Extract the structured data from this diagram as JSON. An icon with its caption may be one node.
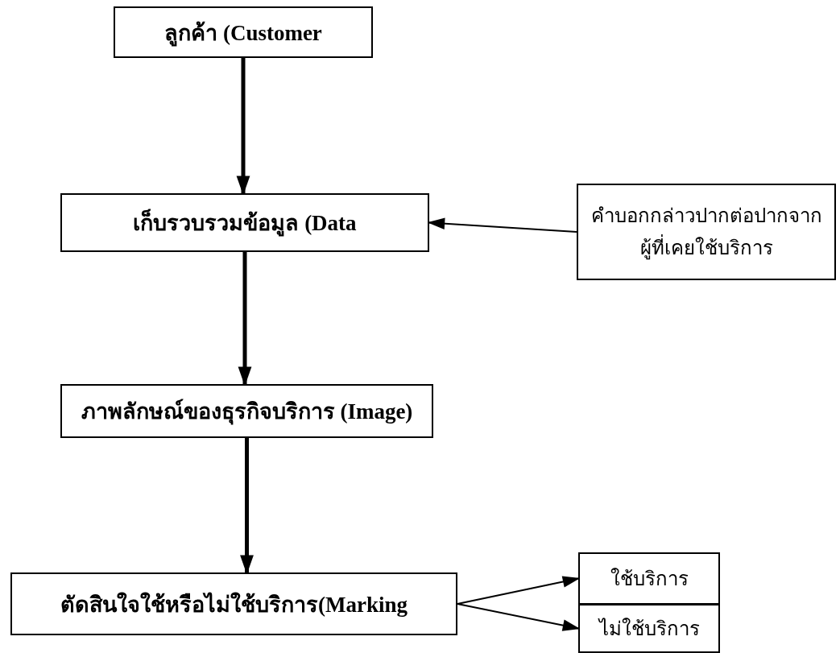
{
  "diagram": {
    "nodes": [
      {
        "text": [
          "ลูกค้า (Customer"
        ]
      },
      {
        "text": [
          "เก็บรวบรวมข้อมูล (Data"
        ]
      },
      {
        "text": [
          "คำบอกกล่าวปากต่อปากจาก ผู้ที่เคยใช้บริการ"
        ]
      },
      {
        "text": [
          "ภาพลักษณ์ของธุรกิจบริการ (Image)"
        ]
      },
      {
        "text": [
          "ตัดสินใจใช้หรือไม่ใช้บริการ(Marking"
        ]
      },
      {
        "text": [
          "ใช้บริการ"
        ]
      },
      {
        "text": [
          "ไม่ใช้บริการ"
        ]
      }
    ],
    "edges": [
      {
        "from": 0,
        "to": 1,
        "arrow": "to",
        "style": "thick"
      },
      {
        "from": 2,
        "to": 1,
        "arrow": "to"
      },
      {
        "from": 1,
        "to": 3,
        "arrow": "to",
        "style": "thick"
      },
      {
        "from": 3,
        "to": 4,
        "arrow": "to",
        "style": "thick"
      },
      {
        "from": 4,
        "to": 5,
        "arrow": "to"
      },
      {
        "from": 4,
        "to": 6,
        "arrow": "to"
      }
    ]
  }
}
